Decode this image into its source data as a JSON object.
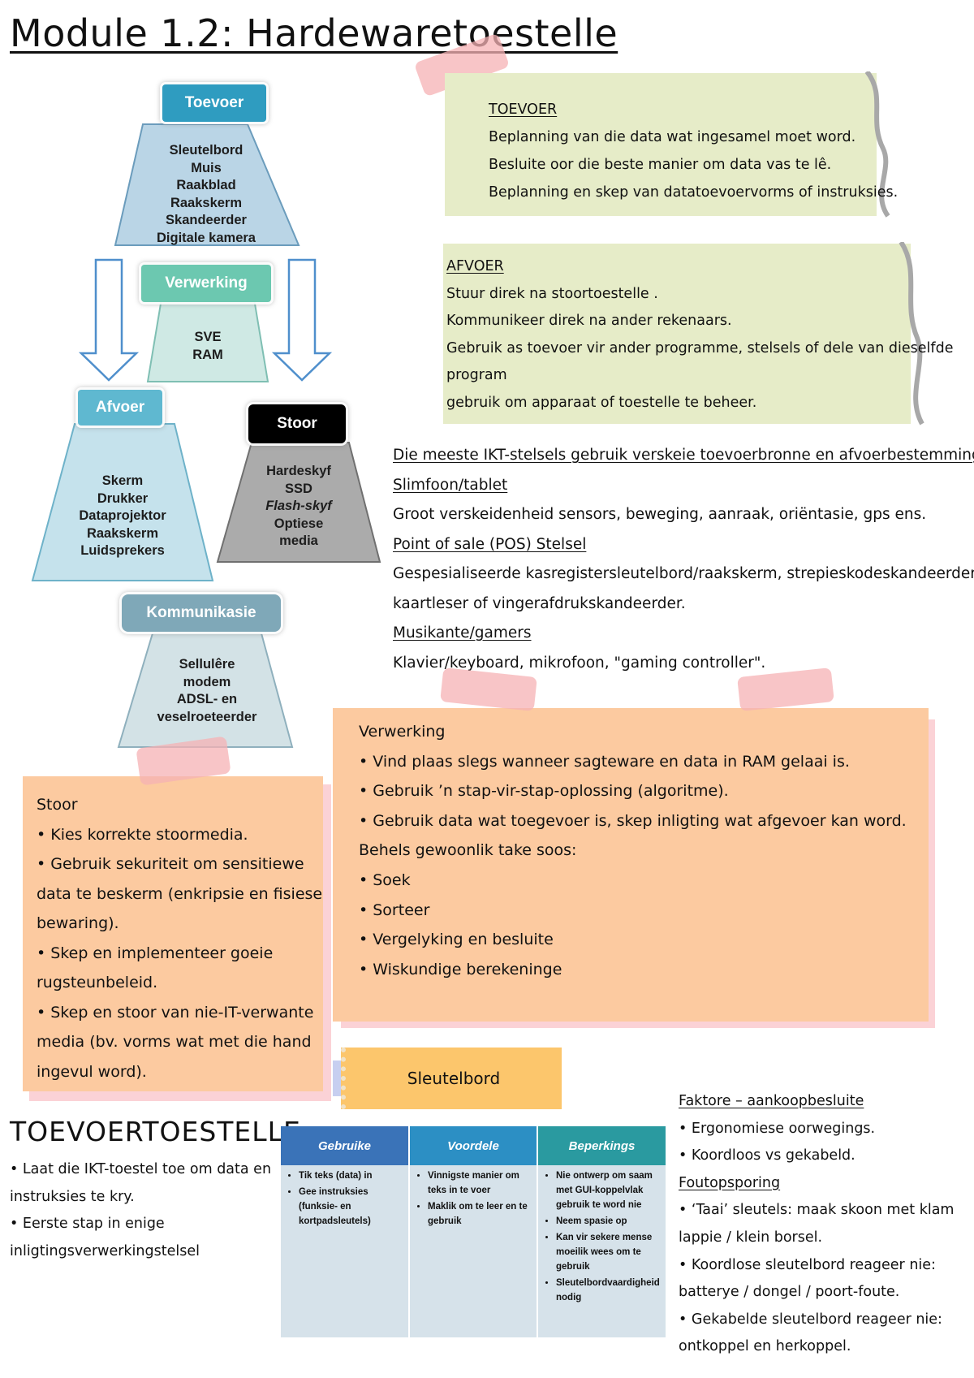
{
  "title": "Module 1.2: Hardewaretoestelle",
  "diagram": {
    "toevoer": {
      "header": "Toevoer",
      "items": [
        "Sleutelbord",
        "Muis",
        "Raakblad",
        "Raakskerm",
        "Skandeerder",
        "Digitale kamera"
      ]
    },
    "verwerking": {
      "header": "Verwerking",
      "items": [
        "SVE",
        "RAM"
      ]
    },
    "afvoer": {
      "header": "Afvoer",
      "items": [
        "Skerm",
        "Drukker",
        "Dataprojektor",
        "Raakskerm",
        "Luidsprekers"
      ]
    },
    "stoor": {
      "header": "Stoor",
      "items": [
        "Hardeskyf",
        "SSD",
        "Flash-skyf",
        "Optiese",
        "media"
      ]
    },
    "kommunikasie": {
      "header": "Kommunikasie",
      "items": [
        "Sellulêre",
        "modem",
        "ADSL- en",
        "veselroeteerder"
      ]
    },
    "colors": {
      "toevoer": "#2f9cc0",
      "verwerking": "#6cc8b0",
      "afvoer": "#5fb8d0",
      "stoor": "#000000",
      "kommunikasie": "#7fa8b8"
    }
  },
  "toevoer_note": {
    "heading": "TOEVOER",
    "lines": [
      "Beplanning van die data wat ingesamel moet word.",
      "Besluite oor die beste manier om data vas te lê.",
      "Beplanning en skep van datatoevoervorms of instruksies."
    ]
  },
  "afvoer_note": {
    "heading": "AFVOER",
    "lines": [
      "Stuur direk na stoortoestelle .",
      "Kommunikeer direk na ander rekenaars.",
      "Gebruik as toevoer vir ander programme, stelsels of dele van dieselfde",
      "program",
      "gebruik om apparaat of toestelle te beheer."
    ]
  },
  "ikt": {
    "heading": "Die meeste IKT-stelsels gebruik verskeie toevoerbronne en afvoerbestemmings",
    "sections": [
      {
        "heading": "Slimfoon/tablet",
        "lines": [
          "Groot verskeidenheid sensors, beweging, aanraak, oriëntasie, gps ens."
        ]
      },
      {
        "heading": "Point of sale (POS) Stelsel",
        "lines": [
          "Gespesialiseerde kasregistersleutelbord/raakskerm, strepieskodeskandeerder,",
          "kaartleser of vingerafdrukskandeerder."
        ]
      },
      {
        "heading": "Musikante/gamers",
        "lines": [
          "Klavier/keyboard, mikrofoon, \"gaming controller\"."
        ]
      }
    ]
  },
  "verwerking_note": {
    "lines": [
      "Verwerking",
      "• Vind plaas slegs wanneer sagteware en data in RAM gelaai is.",
      "• Gebruik ’n stap-vir-stap-oplossing (algoritme).",
      "• Gebruik data wat toegevoer is, skep inligting wat afgevoer kan word.",
      "Behels gewoonlik take soos:",
      "• Soek",
      "• Sorteer",
      "• Vergelyking en besluite",
      "• Wiskundige berekeninge"
    ]
  },
  "stoor_note": {
    "lines": [
      "Stoor",
      "• Kies korrekte stoormedia.",
      "• Gebruik sekuriteit om sensitiewe",
      "data te beskerm (enkripsie en fisiese",
      "bewaring).",
      "• Skep en implementeer goeie",
      "rugsteunbeleid.",
      "• Skep en stoor van nie-IT-verwante",
      "media (bv. vorms wat met die hand",
      "ingevul word)."
    ]
  },
  "sleutelbord_tab": "Sleutelbord",
  "toevoertoestelle": {
    "heading": "TOEVOERTOESTELLE",
    "lines": [
      "• Laat die IKT-toestel toe om data en",
      "instruksies te kry.",
      "• Eerste stap in enige",
      "inligtingsverwerkingstelsel"
    ]
  },
  "table": {
    "headers": [
      "Gebruike",
      "Voordele",
      "Beperkings"
    ],
    "header_colors": [
      "#3a73b8",
      "#2c8fc4",
      "#2a9aa0"
    ],
    "columns": [
      [
        "Tik teks (data) in",
        "Gee instruksies (funksie- en kortpadsleutels)"
      ],
      [
        "Vinnigste manier om teks in te voer",
        "Maklik om te leer en te gebruik"
      ],
      [
        "Nie ontwerp om saam met GUI-koppelvlak gebruik te word nie",
        "Neem spasie op",
        "Kan vir sekere mense moeilik wees om te gebruik",
        "Sleutelbordvaardigheid nodig"
      ]
    ]
  },
  "faktore": {
    "heading": "Faktore – aankoopbesluite",
    "lines": [
      "• Ergonomiese oorwegings.",
      "• Koordloos vs gekabeld."
    ]
  },
  "foutopsporing": {
    "heading": "Foutopsporing",
    "lines": [
      "• ‘Taai’ sleutels: maak skoon met klam",
      "lappie / klein borsel.",
      "• Koordlose sleutelbord reageer nie:",
      "batterye / dongel / poort-foute.",
      "• Gekabelde sleutelbord reageer nie:",
      "ontkoppel en herkoppel."
    ]
  }
}
